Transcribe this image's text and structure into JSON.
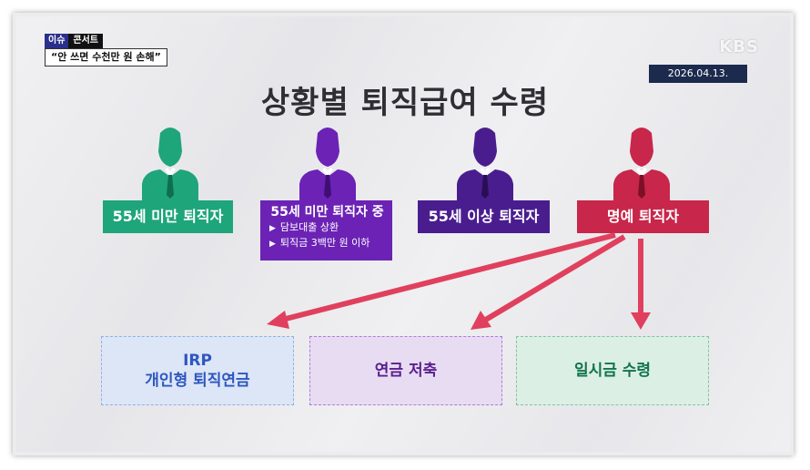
{
  "badge": {
    "tag": "이슈",
    "title": "콘서트",
    "subtitle": "“안 쓰면 수천만 원 손해”"
  },
  "logo": "KBS",
  "date": "2026.04.13.",
  "title": "상황별 퇴직급여 수령",
  "retirees": [
    {
      "label": "55세 미만 퇴직자",
      "color": "#1ea57a"
    },
    {
      "label": "55세 미만 퇴직자 중",
      "bullets": [
        "담보대출 상환",
        "퇴직금 3백만 원 이하"
      ],
      "color": "#6b22b5"
    },
    {
      "label": "55세 이상 퇴직자",
      "color": "#4a1d8f"
    },
    {
      "label": "명예 퇴직자",
      "color": "#c8264a"
    }
  ],
  "bullet_marker": "▶",
  "destinations": [
    {
      "line1": "IRP",
      "line2": "개인형 퇴직연금",
      "border": "#8fb0e8",
      "bg": "#dde6f6",
      "text": "#2e57c0"
    },
    {
      "line1": "연금 저축",
      "border": "#b07ad8",
      "bg": "#e8dcf2",
      "text": "#5a1f8f"
    },
    {
      "line1": "일시금 수령",
      "border": "#7fc4a4",
      "bg": "#dcefe5",
      "text": "#10744a"
    }
  ],
  "arrow_color": "#e0405d"
}
